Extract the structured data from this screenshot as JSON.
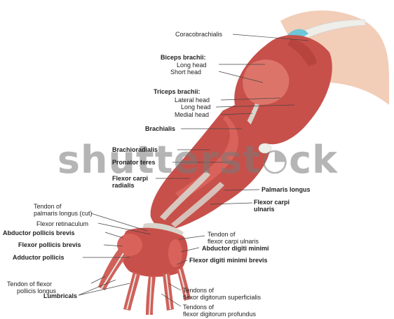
{
  "labels": {
    "coracobrachialis": "Coracobrachialis",
    "biceps": "Biceps brachii:",
    "biceps_long": "Long head",
    "biceps_short": "Short head",
    "triceps": "Triceps brachii:",
    "triceps_lateral": "Lateral head",
    "triceps_long": "Long head",
    "triceps_medial": "Medial head",
    "brachialis": "Brachialis",
    "brachioradialis": "Brachioradialis",
    "pronator_teres": "Pronator teres",
    "flexor_carpi_radialis_1": "Flexor carpi",
    "flexor_carpi_radialis_2": "radialis",
    "palmaris_longus": "Palmaris longus",
    "flexor_carpi_ulnaris_1": "Flexor carpi",
    "flexor_carpi_ulnaris_2": "ulnaris",
    "tendon_palmaris_1": "Tendon of",
    "tendon_palmaris_2": "palmaris longus (cut)",
    "flexor_retinaculum": "Flexor retinaculum",
    "abductor_pollicis_brevis": "Abductor pollicis brevis",
    "flexor_pollicis_brevis": "Flexor pollicis brevis",
    "adductor_pollicis": "Adductor pollicis",
    "tendon_fcu_1": "Tendon of",
    "tendon_fcu_2": "flexor carpi ulnaris",
    "abductor_digiti_minimi": "Abductor digiti minimi",
    "flexor_digiti_minimi_brevis": "Flexor digiti minimi brevis",
    "tendon_fpl_1": "Tendon of flexor",
    "tendon_fpl_2": "pollicis longus",
    "lumbricals": "Lumbricals",
    "tendons_fds_1": "Tendons of",
    "tendons_fds_2": "flexor digitorum superficialis",
    "tendons_fdp_1": "Tendons of",
    "tendons_fdp_2": "flexor digitorum profundus"
  },
  "watermark": {
    "part1": "shutterst",
    "part2": "ck"
  },
  "colors": {
    "muscle": "#c8504a",
    "muscle_light": "#e07a70",
    "tendon": "#d8d4cc",
    "skin": "#f2cdb8",
    "bone": "#eeeeea",
    "cartilage": "#6cc6d8"
  }
}
